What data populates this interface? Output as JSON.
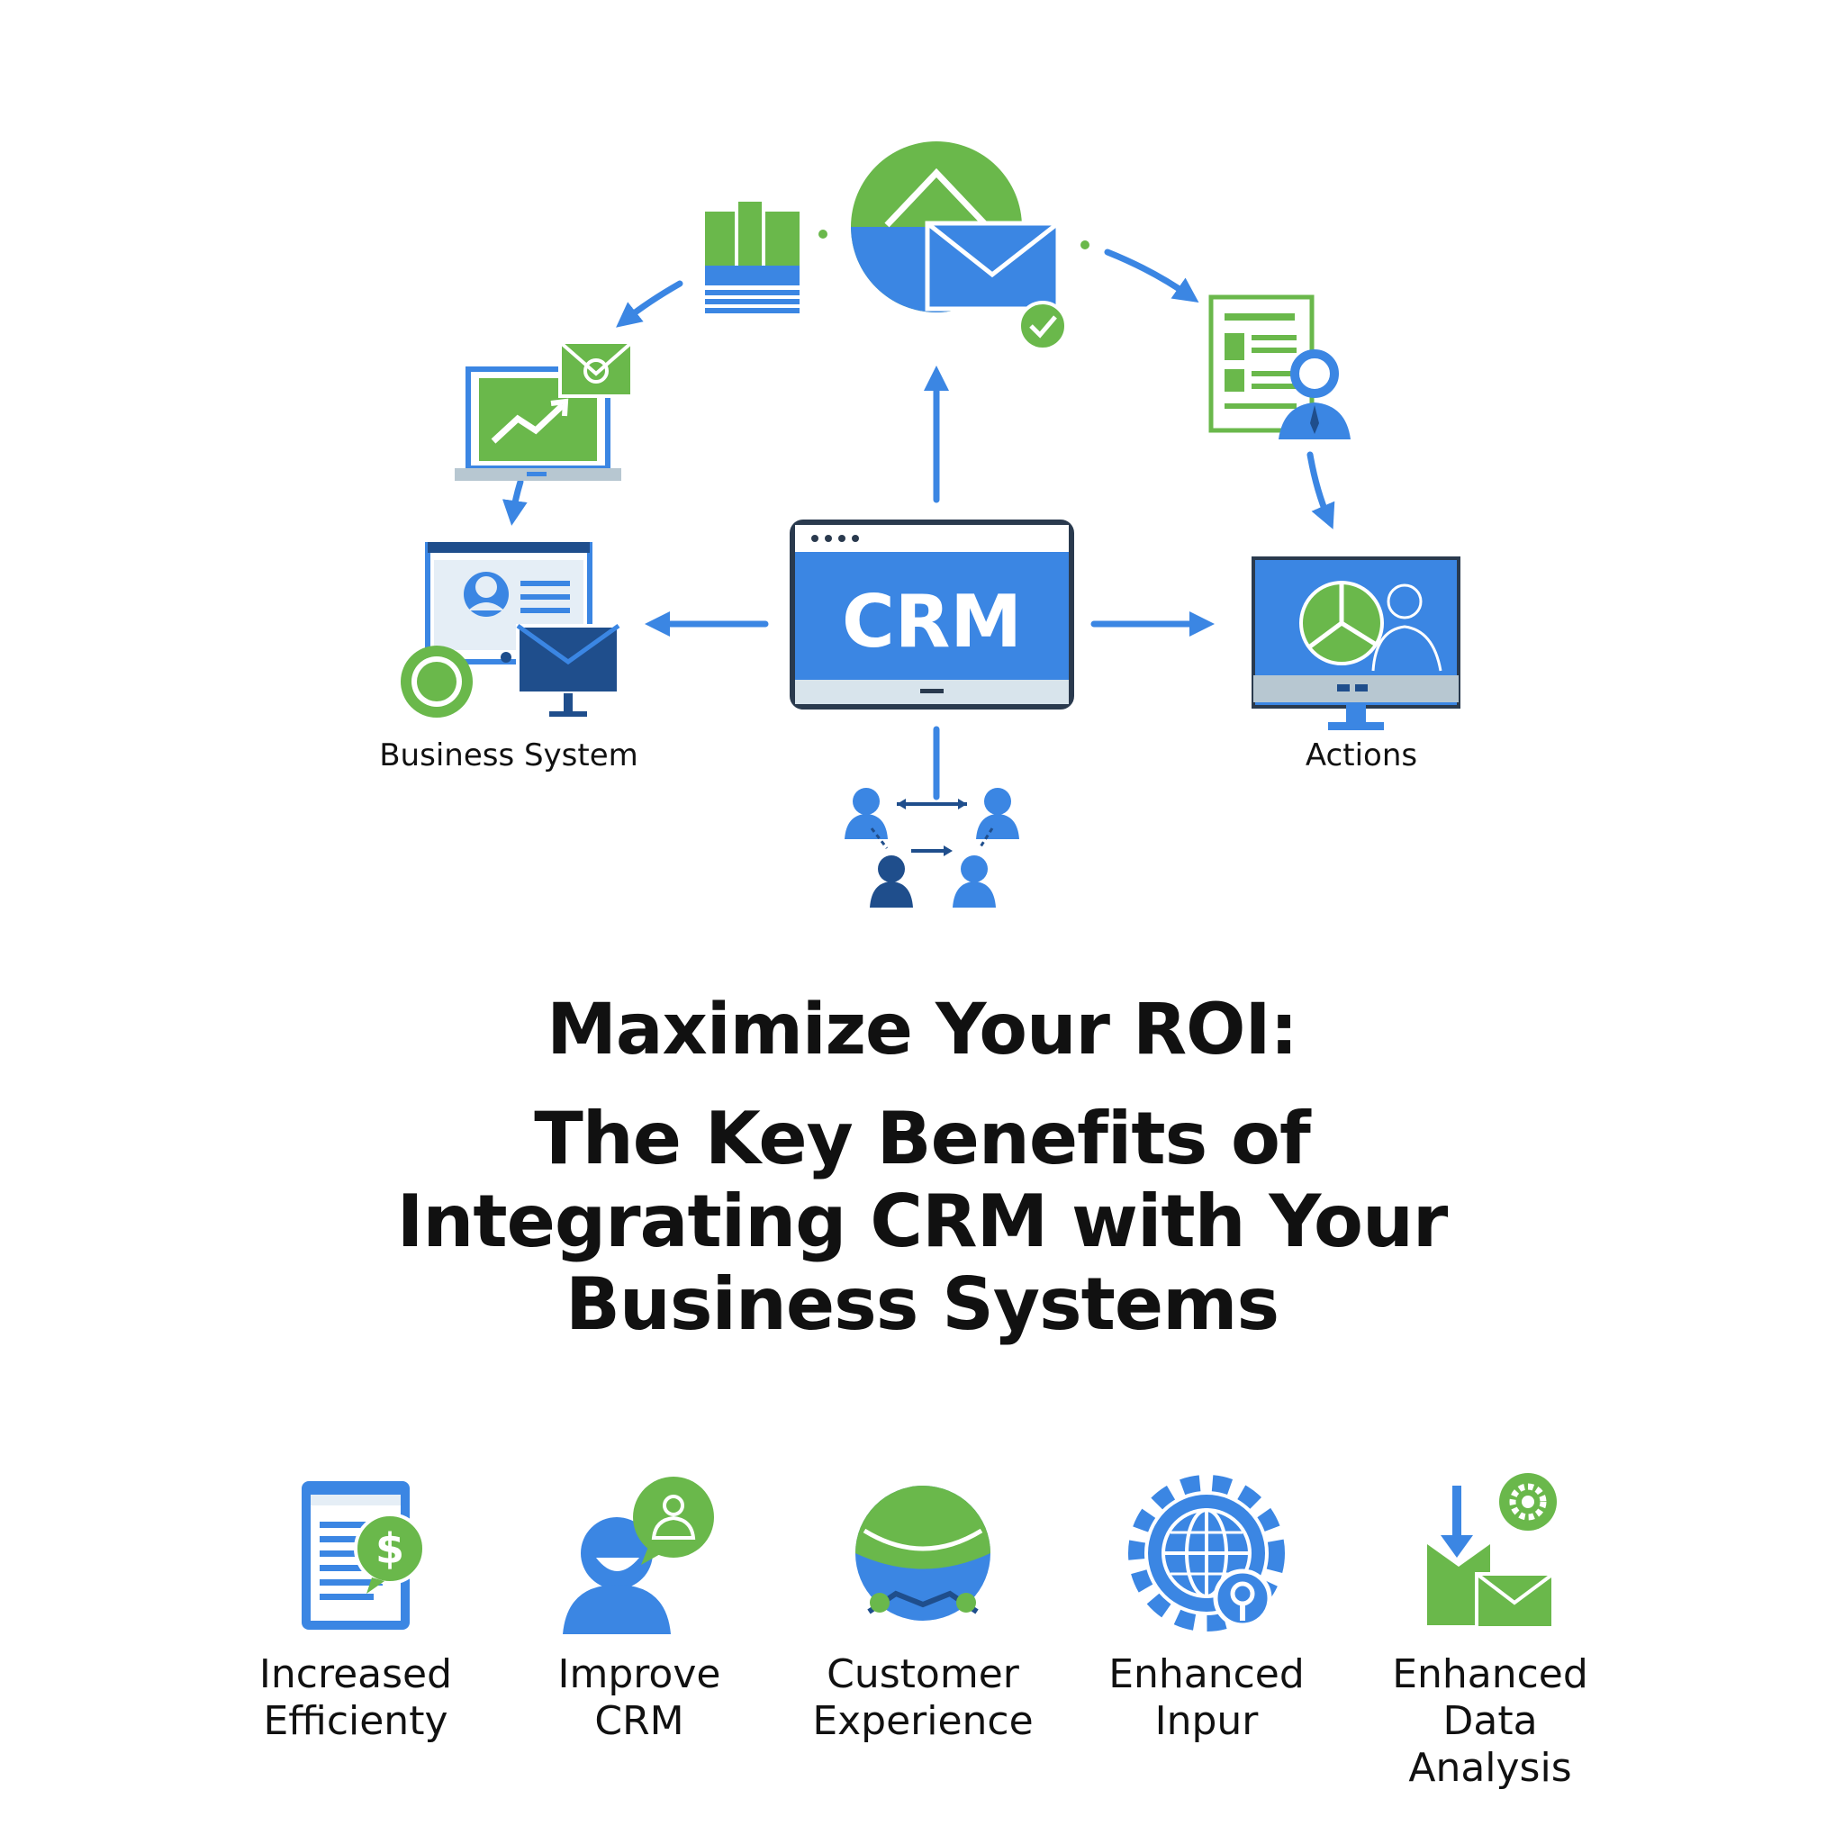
{
  "colors": {
    "blue": "#3B86E3",
    "green": "#6AB84B",
    "navy": "#1F4E8C",
    "gray": "#B7C7D1",
    "text": "#111111"
  },
  "diagram": {
    "center_label": "CRM",
    "left_label": "Business System",
    "right_label": "Actions",
    "icons": [
      "tablet-icon",
      "chart-envelope-icon",
      "document-person-icon",
      "laptop-growth-icon",
      "monitor-profile-icon",
      "monitor-pie-icon",
      "people-network-icon"
    ]
  },
  "title": {
    "line1": "Maximize Your ROI:",
    "line2": "The Key Benefits of",
    "line3": "Integrating CRM with Your",
    "line4": "Business Systems"
  },
  "benefits": [
    {
      "line1": "Increased",
      "line2": "Efficienty",
      "icon": "document-dollar-icon"
    },
    {
      "line1": "Improve",
      "line2": "CRM",
      "icon": "person-chat-icon"
    },
    {
      "line1": "Customer",
      "line2": "Experience",
      "icon": "globe-handshake-icon"
    },
    {
      "line1": "Enhanced",
      "line2": "Inpur",
      "icon": "gear-globe-icon"
    },
    {
      "line1": "Enhanced",
      "line2": "Data Analysis",
      "icon": "inbox-gear-icon"
    }
  ]
}
